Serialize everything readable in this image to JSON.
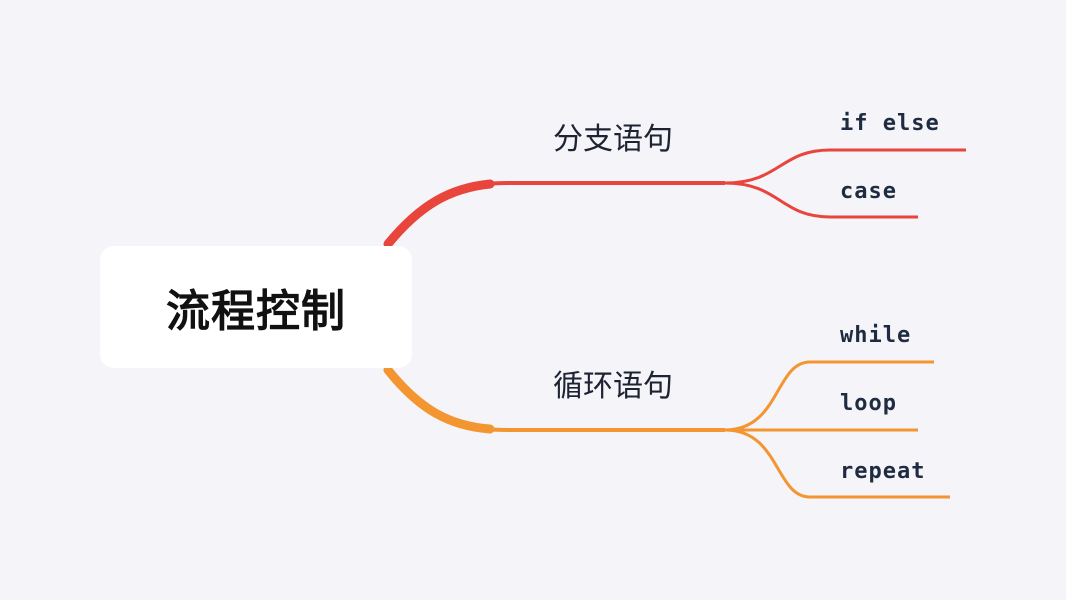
{
  "root": {
    "label": "流程控制"
  },
  "branches": [
    {
      "label": "分支语句",
      "color": "#e8453c",
      "children": [
        {
          "label": "if else"
        },
        {
          "label": "case"
        }
      ]
    },
    {
      "label": "循环语句",
      "color": "#f39530",
      "children": [
        {
          "label": "while"
        },
        {
          "label": "loop"
        },
        {
          "label": "repeat"
        }
      ]
    }
  ]
}
